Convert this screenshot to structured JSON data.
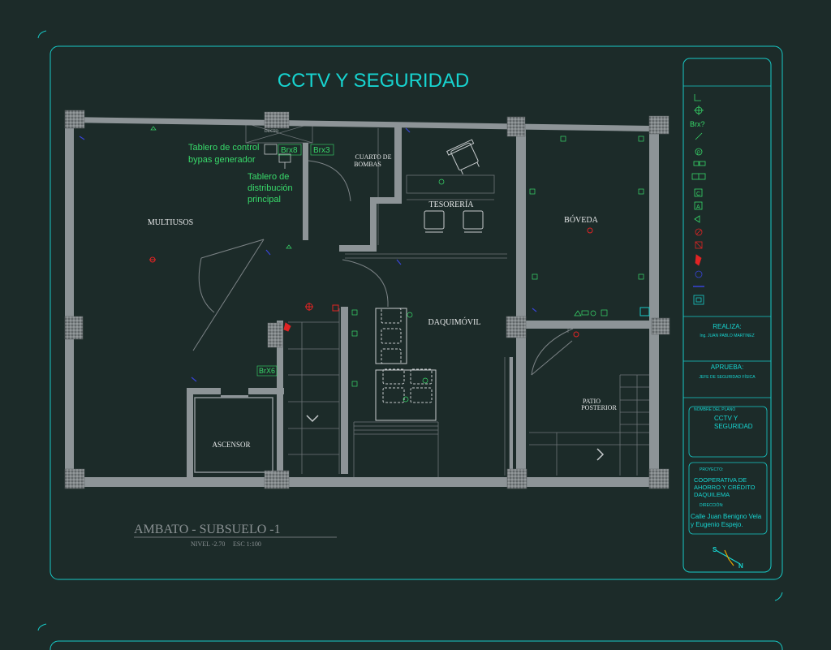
{
  "title": "CCTV Y SEGURIDAD",
  "rooms": {
    "multiusos": "MULTIUSOS",
    "cuarto_line1": "CUARTO DE",
    "cuarto_line2": "BOMBAS",
    "tesoreria": "TESORERÍA",
    "boveda": "BÓVEDA",
    "daquimovil": "DAQUIMÓVIL",
    "patio_line1": "PATIO",
    "patio_line2": "POSTERIOR",
    "ascensor": "ASCENSOR",
    "ducto": "DUCTO"
  },
  "annotations": {
    "tablero_control_1": "Tablero de control",
    "tablero_control_2": "bypas generador",
    "tablero_dist_1": "Tablero de",
    "tablero_dist_2": "distribución",
    "tablero_dist_3": "principal",
    "brx8": "Brx8",
    "brx3": "Brx3",
    "brx6": "BrX6"
  },
  "plan_caption": {
    "name": "AMBATO - SUBSUELO -1",
    "nivel": "NIVEL -2.70",
    "escala": "ESC  1:100"
  },
  "legend": {
    "brx_label": "Brx?",
    "symbols": [
      "corner-icon",
      "crosshair-icon",
      "brx-icon",
      "diagonal-icon",
      "p-circle-icon",
      "panel-icon",
      "double-panel-icon",
      "c-box-icon",
      "a-box-icon",
      "speaker-icon",
      "no-entry-icon",
      "alarm-icon",
      "extinguisher-icon",
      "sensor-icon",
      "cable-icon",
      "cabinet-icon"
    ]
  },
  "title_block": {
    "realiza_label": "REALIZA:",
    "realiza_name": "Ing. JUAN PABLO MARTINEZ",
    "aprueba_label": "APRUEBA:",
    "aprueba_name": "JEFE DE SEGURIDAD FÍSICA",
    "nombre_label": "NOMBRE DEL PLANO",
    "nombre_1": "CCTV Y",
    "nombre_2": "SEGURIDAD",
    "proyecto_label": "PROYECTO:",
    "proyecto_1": "COOPERATIVA DE",
    "proyecto_2": "AHORRO Y CRÉDITO",
    "proyecto_3": "DAQUILEMA",
    "direccion_label": "DIRECCIÓN:",
    "direccion_1": "Calle Juan Benigno Vela",
    "direccion_2": "y Eugenio Espejo.",
    "north_s": "S",
    "north_n": "N"
  },
  "colors": {
    "background": "#1c2b29",
    "frame": "#17c9c6",
    "wall": "#8d9497",
    "annotation": "#38d96a",
    "red_device": "#e02424",
    "blue_device": "#3844d8"
  }
}
